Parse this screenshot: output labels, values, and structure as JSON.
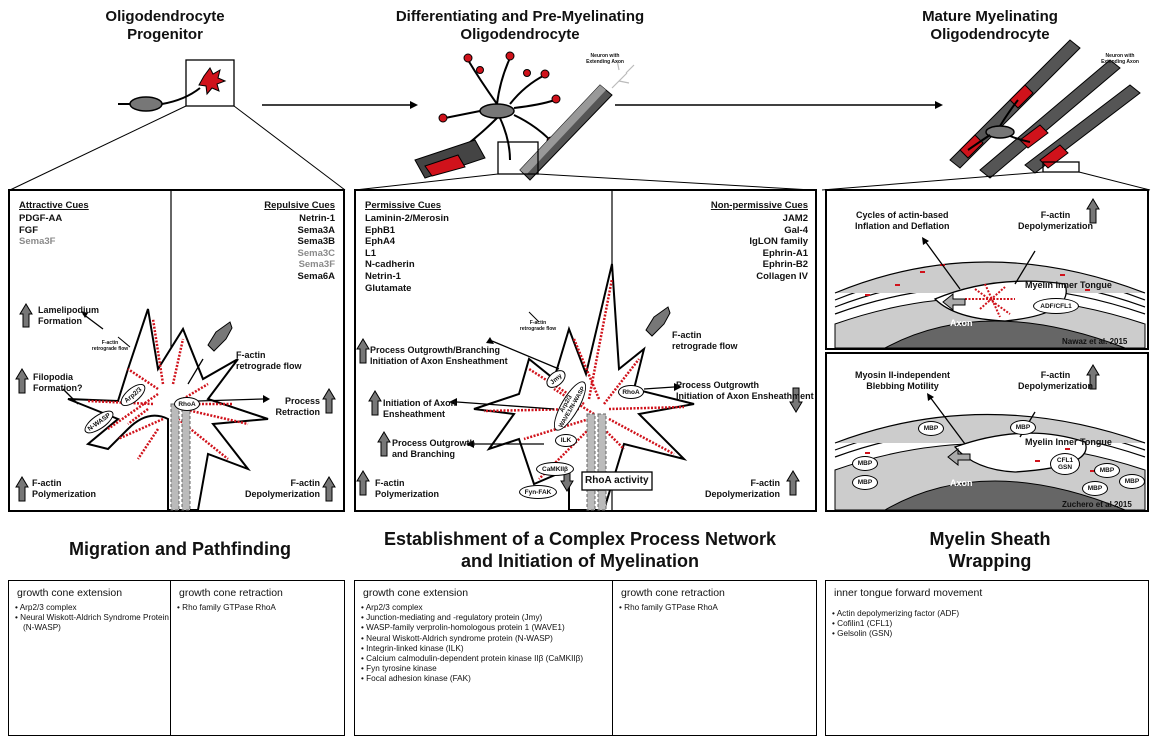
{
  "stages": {
    "progenitor": "Oligodendrocyte\nProgenitor",
    "differentiating": "Differentiating and Pre-Myelinating\nOligodendrocyte",
    "mature": "Mature Myelinating\nOligodendrocyte"
  },
  "neuron_label": "Neuron with\nExtending Axon",
  "panel1": {
    "attractive_header": "Attractive Cues",
    "attractive_cues": [
      {
        "text": "PDGF-AA",
        "muted": false
      },
      {
        "text": "FGF",
        "muted": false
      },
      {
        "text": "Sema3F",
        "muted": true
      }
    ],
    "repulsive_header": "Repulsive Cues",
    "repulsive_cues": [
      {
        "text": "Netrin-1",
        "muted": false
      },
      {
        "text": "Sema3A",
        "muted": false
      },
      {
        "text": "Sema3B",
        "muted": false
      },
      {
        "text": "Sema3C",
        "muted": true
      },
      {
        "text": "Sema3F",
        "muted": true
      },
      {
        "text": "Sema6A",
        "muted": false
      }
    ],
    "lamelipodium": "Lamelipodium\nFormation",
    "filopodia": "Filopodia\nFormation?",
    "retro_small": "F-actin\nretrograde flow",
    "retro": "F-actin\nretrograde flow",
    "process_retraction": "Process\nRetraction",
    "polymerization": "F-actin\nPolymerization",
    "depolymerization": "F-actin\nDepolymerization",
    "nwasp": "N-WASP",
    "arp": "Arp2/3",
    "rhoa": "RhoA"
  },
  "panel2": {
    "permissive_header": "Permissive Cues",
    "permissive_cues": [
      "Laminin-2/Merosin",
      "EphB1",
      "EphA4",
      "L1",
      "N-cadherin",
      "Netrin-1",
      "Glutamate"
    ],
    "nonpermissive_header": "Non-permissive Cues",
    "nonpermissive_cues": [
      "JAM2",
      "Gal-4",
      "IgLON family",
      "Ephrin-A1",
      "Ephrin-B2",
      "Collagen IV"
    ],
    "retro_small": "F-actin\nretrograde flow",
    "retro": "F-actin\nretrograde flow",
    "outgrowth_branching": "Process Outgrowth/Branching\nInitiation of Axon Ensheathment",
    "initiation": "Initiation of Axon\nEnsheathment",
    "outgrowth_and_branching": "Process Outgrowth\nand Branching",
    "outgrowth_right": "Process Outgrowth\nInitiation of Axon Ensheathment",
    "rhoa_activity": "RhoA activity",
    "polymerization": "F-actin\nPolymerization",
    "depolymerization": "F-actin\nDepolymerization",
    "jmy": "Jmy",
    "arp_wave": "Arp2/3\nWAVE1/N-WASP",
    "ilk": "ILK",
    "camk": "CaMKIIβ",
    "fyn": "Fyn-FAK",
    "rhoa": "RhoA"
  },
  "panel3a": {
    "cycles": "Cycles of actin-based\nInflation and Deflation",
    "depol": "F-actin\nDepolymerization",
    "tongue": "Myelin Inner Tongue",
    "adf": "ADF/CFL1",
    "axon": "Axon",
    "citation": "Nawaz et al. 2015"
  },
  "panel3b": {
    "myosin": "Myosin II-independent\nBlebbing Motility",
    "depol": "F-actin\nDepolymerization",
    "tongue": "Myelin Inner Tongue",
    "mbp": "MBP",
    "cfl": "CFL1\nGSN",
    "axon": "Axon",
    "citation": "Zuchero et al 2015"
  },
  "sections": {
    "migration": "Migration and Pathfinding",
    "network": "Establishment of a Complex Process Network\nand Initiation of Myelination",
    "wrapping": "Myelin Sheath\nWrapping"
  },
  "table1": {
    "ext_header": "growth cone extension",
    "ext_items": [
      "Arp2/3 complex",
      "Neural Wiskott-Aldrich Syndrome Protein (N-WASP)"
    ],
    "ret_header": "growth cone retraction",
    "ret_items": [
      "Rho family GTPase RhoA"
    ]
  },
  "table2": {
    "ext_header": "growth cone extension",
    "ext_items": [
      "Arp2/3 complex",
      "Junction-mediating and -regulatory protein (Jmy)",
      "WASP-family verprolin-homologous protein 1 (WAVE1)",
      "Neural Wiskott-Aldrich syndrome protein (N-WASP)",
      "Integrin-linked kinase (ILK)",
      "Calcium calmodulin-dependent protein kinase IIβ (CaMKIIβ)",
      "Fyn tyrosine kinase",
      "Focal adhesion kinase (FAK)"
    ],
    "ret_header": "growth cone retraction",
    "ret_items": [
      "Rho family GTPase RhoA"
    ]
  },
  "table3": {
    "header": "inner tongue forward movement",
    "items": [
      "Actin depolymerizing factor (ADF)",
      "Cofilin1 (CFL1)",
      "Gelsolin (GSN)"
    ]
  },
  "colors": {
    "red": "#d0121b",
    "gray": "#7a7a7a",
    "dark": "#333333"
  }
}
